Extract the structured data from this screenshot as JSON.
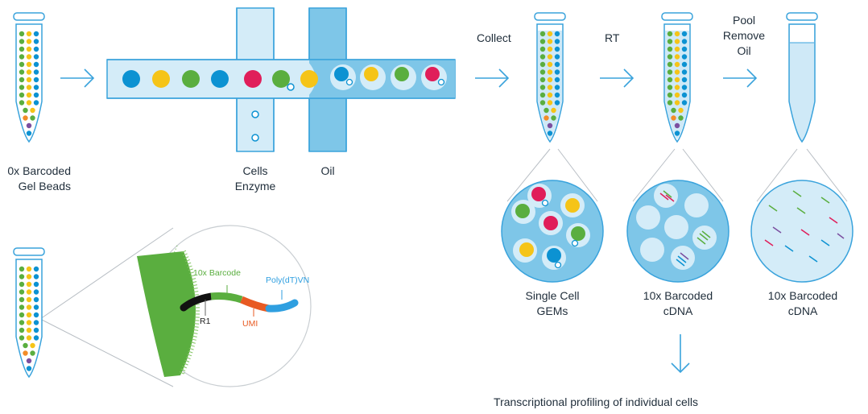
{
  "labels": {
    "gel_beads": "0x Barcoded\nGel Beads",
    "cells_enzyme": "Cells\nEnzyme",
    "oil": "Oil",
    "collect": "Collect",
    "rt": "RT",
    "pool_remove_oil": "Pool\nRemove Oil",
    "single_cell_gems": "Single Cell\nGEMs",
    "barcoded_cdna_1": "10x Barcoded\ncDNA",
    "barcoded_cdna_2": "10x Barcoded\ncDNA",
    "transcriptional": "Transcriptional profiling of individual cells"
  },
  "bead_labels": {
    "barcode": "10x Barcode",
    "polydt": "Poly(dT)VN",
    "r1": "R1",
    "umi": "UMI"
  },
  "colors": {
    "bead_green": "#5aae3f",
    "bead_yellow": "#f5c418",
    "bead_blue": "#0c92d2",
    "bead_red": "#e01e5a",
    "bead_purple": "#7b4fa0",
    "bead_orange": "#f28c28",
    "light_blue": "#cfe9f7",
    "mid_blue": "#7ec6e8",
    "line_blue": "#3aa3dc",
    "umi_orange": "#e85a22",
    "polydt_blue": "#2f9fe0",
    "text_dark": "#1f2d3a"
  }
}
